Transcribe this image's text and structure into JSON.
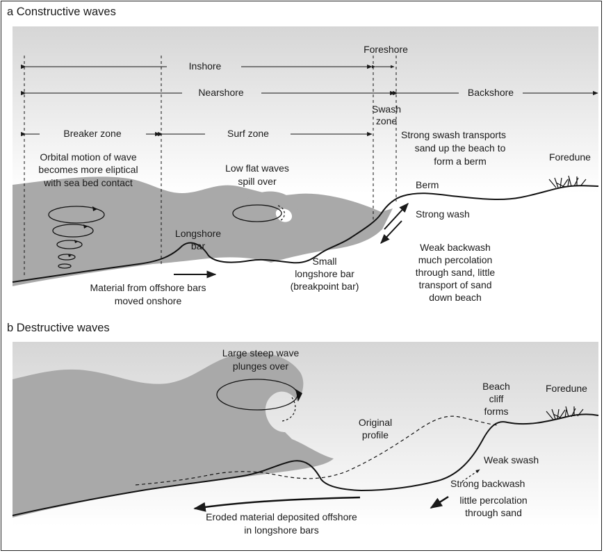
{
  "panel_a": {
    "title": "a  Constructive waves",
    "zones": {
      "foreshore": "Foreshore",
      "inshore": "Inshore",
      "nearshore": "Nearshore",
      "backshore": "Backshore",
      "swash_zone_1": "Swash",
      "swash_zone_2": "zone",
      "breaker_zone": "Breaker zone",
      "surf_zone": "Surf zone"
    },
    "orbital_text": [
      "Orbital motion of wave",
      "becomes more eliptical",
      "with sea bed contact"
    ],
    "low_flat_text": [
      "Low flat waves",
      "spill over"
    ],
    "strong_swash_text": [
      "Strong swash transports",
      "sand up the beach to",
      "form a berm"
    ],
    "foredune": "Foredune",
    "berm": "Berm",
    "strong_wash": "Strong wash",
    "longshore_bar": [
      "Longshore",
      "bar"
    ],
    "small_bar": [
      "Small",
      "longshore bar",
      "(breakpoint bar)"
    ],
    "weak_backwash": [
      "Weak backwash",
      "much percolation",
      "through sand, little",
      "transport of sand",
      "down beach"
    ],
    "material_text": [
      "Material from offshore bars",
      "moved onshore"
    ]
  },
  "panel_b": {
    "title": "b  Destructive waves",
    "large_wave": [
      "Large steep wave",
      "plunges over"
    ],
    "beach_cliff": [
      "Beach",
      "cliff",
      "forms"
    ],
    "foredune": "Foredune",
    "original_profile": [
      "Original",
      "profile"
    ],
    "weak_swash": "Weak swash",
    "strong_backwash": "Strong backwash",
    "percolation": [
      "little percolation",
      "through sand"
    ],
    "eroded_text": [
      "Eroded material deposited offshore",
      "in longshore bars"
    ]
  },
  "colors": {
    "water": "#a9a9a9",
    "sky_top": "#d9d9d9",
    "sky_bottom": "#ffffff",
    "ink": "#1a1a1a"
  }
}
